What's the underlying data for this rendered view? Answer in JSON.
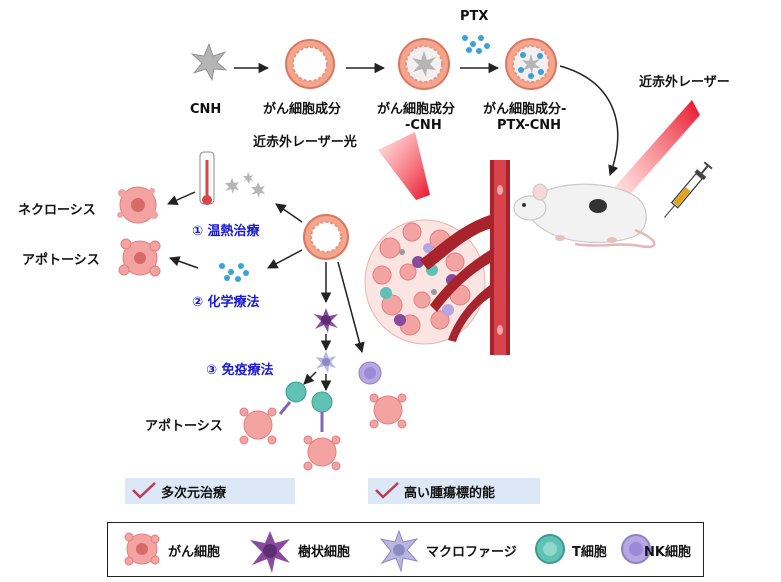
{
  "top_row": {
    "cnh": "CNH",
    "cancer_component": "がん細胞成分",
    "cancer_cnh_line1": "がん細胞成分",
    "cancer_cnh_line2": "-CNH",
    "ptx": "PTX",
    "cancer_ptx_cnh_line1": "がん細胞成分-",
    "cancer_ptx_cnh_line2": "PTX-CNH"
  },
  "laser": {
    "near_ir_laser": "近赤外レーザー",
    "near_ir_light": "近赤外レーザー光"
  },
  "outcomes": {
    "necrosis": "ネクローシス",
    "apoptosis_1": "アポトーシス",
    "apoptosis_2": "アポトーシス"
  },
  "therapies": {
    "thermo": "① 温熱治療",
    "chemo": "② 化学療法",
    "immuno": "③ 免疫療法"
  },
  "features": {
    "multi": "多次元治療",
    "targeting": "高い腫瘍標的能"
  },
  "legend": {
    "cancer_cell": "がん細胞",
    "dendritic": "樹状細胞",
    "macrophage": "マクロファージ",
    "t_cell": "T細胞",
    "nk_cell": "NK細胞"
  },
  "colors": {
    "cancer": "#f4a3a3",
    "dendritic": "#8a4a9e",
    "macrophage": "#b9b6e0",
    "t_cell": "#5fc2b4",
    "nk_cell": "#b6a6e2",
    "vessel": "#a8242c",
    "laser": "#e8102a",
    "ptx": "#3aa2d8",
    "label_blue": "#1a1ad0"
  }
}
